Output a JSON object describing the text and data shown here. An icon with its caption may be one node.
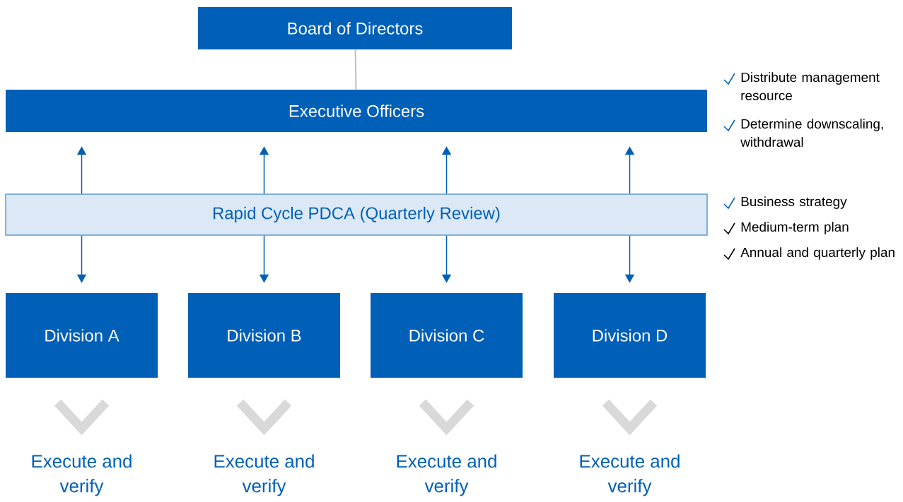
{
  "diagram": {
    "nodes": [
      {
        "text": [
          "Board of Directors"
        ]
      },
      {
        "text": [
          "Executive Officers"
        ]
      },
      {
        "text": [
          "Rapid Cycle PDCA (Quarterly Review)"
        ]
      },
      {
        "text": [
          "Division A"
        ]
      },
      {
        "text": [
          "Division B"
        ]
      },
      {
        "text": [
          "Division C"
        ]
      },
      {
        "text": [
          "Division D"
        ]
      },
      {
        "text": [
          "Execute and verify"
        ]
      },
      {
        "text": [
          "Execute and verify"
        ]
      },
      {
        "text": [
          "Execute and verify"
        ]
      },
      {
        "text": [
          "Execute and verify"
        ]
      }
    ],
    "edges": [
      {
        "from": 0,
        "to": 1,
        "arrow": "none",
        "color": "#c0c0c0"
      },
      {
        "from": 2,
        "to": 1,
        "arrow": "to"
      },
      {
        "from": 2,
        "to": 1,
        "arrow": "to"
      },
      {
        "from": 2,
        "to": 1,
        "arrow": "to"
      },
      {
        "from": 2,
        "to": 1,
        "arrow": "to"
      },
      {
        "from": 2,
        "to": 3,
        "arrow": "to"
      },
      {
        "from": 2,
        "to": 4,
        "arrow": "to"
      },
      {
        "from": 2,
        "to": 5,
        "arrow": "to"
      },
      {
        "from": 2,
        "to": 6,
        "arrow": "to"
      },
      {
        "from": 3,
        "to": 7,
        "arrow": "to",
        "style": "thick",
        "color": "#d9d9d9"
      },
      {
        "from": 4,
        "to": 8,
        "arrow": "to",
        "style": "thick",
        "color": "#d9d9d9"
      },
      {
        "from": 5,
        "to": 9,
        "arrow": "to",
        "style": "thick",
        "color": "#d9d9d9"
      },
      {
        "from": 6,
        "to": 10,
        "arrow": "to",
        "style": "thick",
        "color": "#d9d9d9"
      }
    ],
    "labels": [
      "Distribute management resource",
      "Determine downscaling, withdrawal",
      "Business strategy",
      "Medium-term plan",
      "Annual and quarterly plan"
    ]
  }
}
